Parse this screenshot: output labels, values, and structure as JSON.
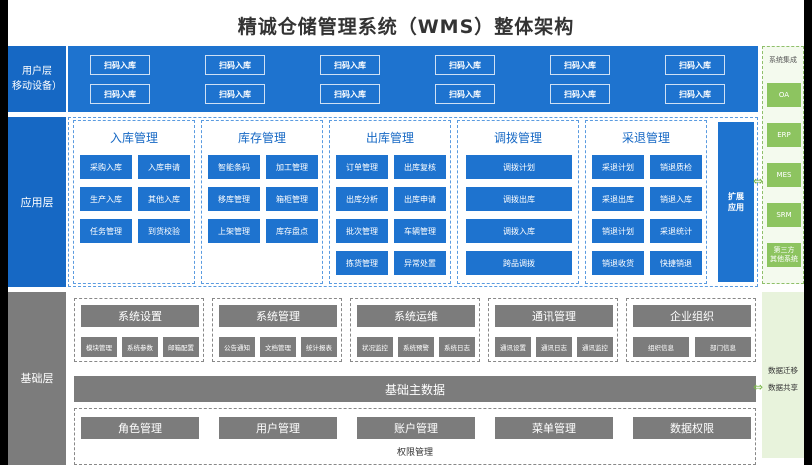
{
  "title": "精诚仓储管理系统（WMS）整体架构",
  "layers": {
    "user": "用户层\n移动设备）",
    "app": "应用层",
    "base": "基础层"
  },
  "user_buttons": [
    "扫码入库",
    "扫码入库",
    "扫码入库",
    "扫码入库",
    "扫码入库",
    "扫码入库",
    "扫码入库",
    "扫码入库",
    "扫码入库",
    "扫码入库",
    "扫码入库",
    "扫码入库"
  ],
  "modules": [
    {
      "title": "入库管理",
      "items": [
        "采购入库",
        "入库申请",
        "生产入库",
        "其他入库",
        "任务管理",
        "到货校验"
      ]
    },
    {
      "title": "库存管理",
      "items": [
        "智能条码",
        "加工管理",
        "移库管理",
        "箱柜管理",
        "上架管理",
        "库存盘点"
      ]
    },
    {
      "title": "出库管理",
      "items": [
        "订单管理",
        "出库复核",
        "出库分析",
        "出库申请",
        "批次管理",
        "车辆管理",
        "拣货管理",
        "异常处置"
      ]
    },
    {
      "title": "调拨管理",
      "items": [
        "调拨计划",
        "调拨出库",
        "调拨入库",
        "跨品调拨"
      ]
    },
    {
      "title": "采退管理",
      "items": [
        "采退计划",
        "销退质检",
        "采退出库",
        "销退入库",
        "销退计划",
        "采退统计",
        "销退收货",
        "快捷销退"
      ]
    }
  ],
  "extension": "扩展\n应用",
  "base_groups": [
    {
      "title": "系统设置",
      "items": [
        "模块管理",
        "系统参数",
        "邮箱配置"
      ]
    },
    {
      "title": "系统管理",
      "items": [
        "公告通知",
        "文档管理",
        "统计报表"
      ]
    },
    {
      "title": "系统运维",
      "items": [
        "状况监控",
        "系统预警",
        "系统日志"
      ]
    },
    {
      "title": "通讯管理",
      "items": [
        "通讯设置",
        "通讯日志",
        "通讯监控"
      ]
    },
    {
      "title": "企业组织",
      "items": [
        "组织信息",
        "部门信息"
      ]
    }
  ],
  "master_data": "基础主数据",
  "permissions": {
    "items": [
      "角色管理",
      "用户管理",
      "账户管理",
      "菜单管理",
      "数据权限"
    ],
    "label": "权限管理"
  },
  "integration": {
    "title": "系统集成",
    "items": [
      "OA",
      "ERP",
      "MES",
      "SRM",
      "第三方\n其他系统"
    ]
  },
  "data_migration": {
    "line1": "数据迁移",
    "line2": "数据共享"
  },
  "colors": {
    "blue": "#1e73cf",
    "dark_blue": "#1668c4",
    "gray": "#7c7c7c",
    "green": "#8dc460"
  }
}
